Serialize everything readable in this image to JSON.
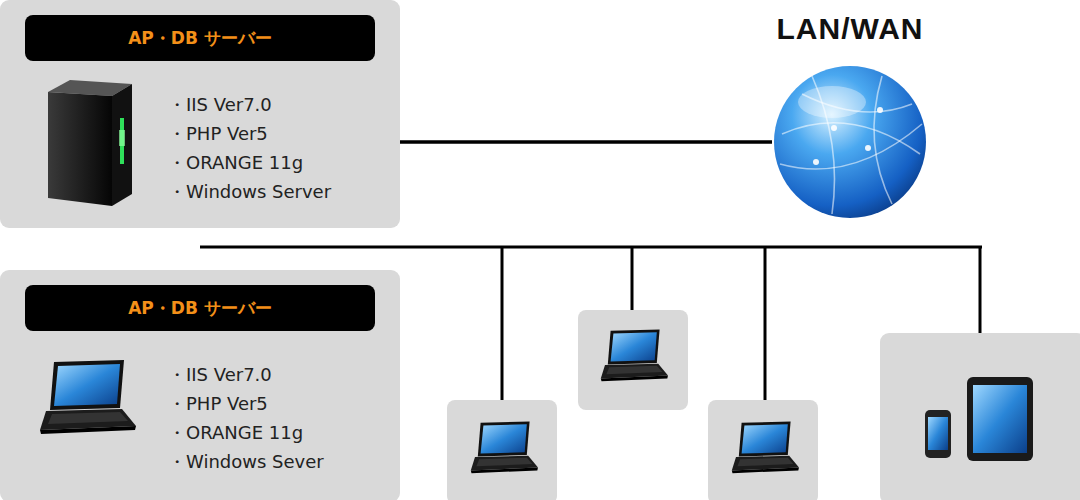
{
  "diagram": {
    "nodes": [
      {
        "text": [
          "AP・DB サーバー",
          "・IIS Ver7.0",
          "・PHP Ver5",
          "・ORANGE 11g",
          "・Windows Server"
        ]
      },
      {
        "text": [
          "LAN/WAN"
        ]
      },
      {
        "text": [
          "AP・DB サーバー",
          "・IIS Ver7.0",
          "・PHP Ver5",
          "・ORANGE 11g",
          "・Windows Sever"
        ]
      }
    ],
    "edges": [
      {
        "from": 0,
        "to": 1,
        "arrow": "none"
      },
      {
        "from": 2,
        "to": 1,
        "arrow": "none"
      }
    ]
  }
}
